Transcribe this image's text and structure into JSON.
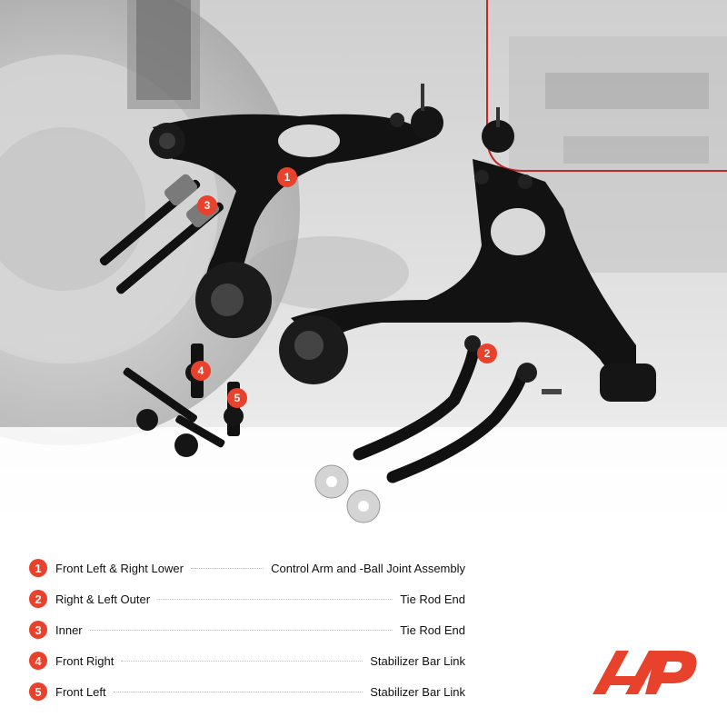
{
  "callouts": [
    "1",
    "2",
    "3",
    "4",
    "5"
  ],
  "legend": [
    {
      "num": "1",
      "left": "Front Left  & Right Lower",
      "middle": "Control Arm and -Ball Joint Assembly",
      "right": ""
    },
    {
      "num": "2",
      "left": "Right  & Left  Outer",
      "middle": "",
      "right": "Tie Rod End"
    },
    {
      "num": "3",
      "left": "Inner",
      "middle": "",
      "right": "Tie Rod End"
    },
    {
      "num": "4",
      "left": "Front Right",
      "middle": "",
      "right": "Stabilizer Bar Link"
    },
    {
      "num": "5",
      "left": "Front Left",
      "middle": "",
      "right": "Stabilizer Bar Link"
    }
  ],
  "colors": {
    "accent": "#e8412c",
    "part": "#111111",
    "background": "#ffffff"
  },
  "logo": {
    "icon": "brand-logo-icon"
  }
}
